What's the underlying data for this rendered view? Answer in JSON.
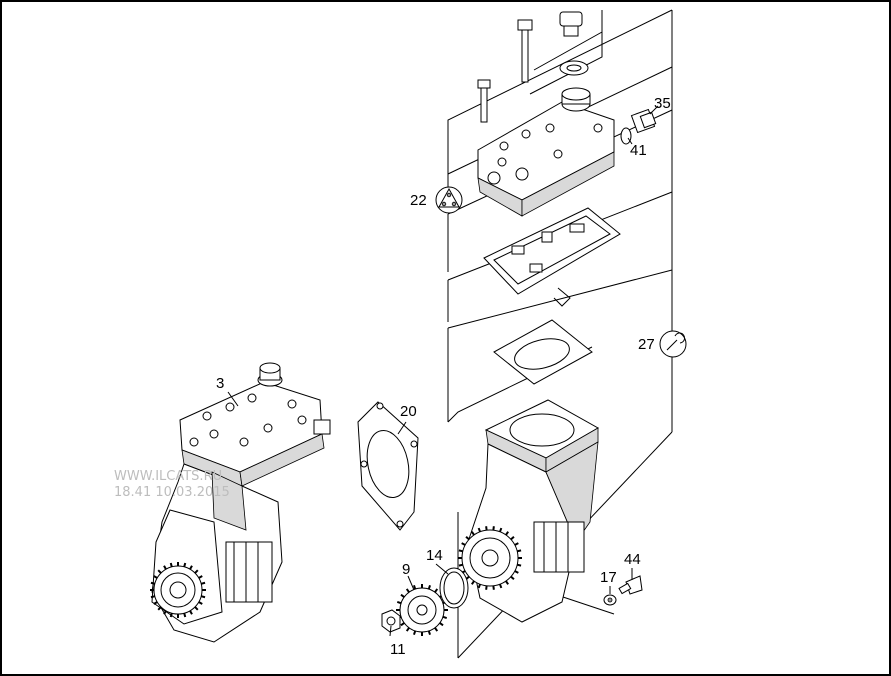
{
  "labels": {
    "p3": "3",
    "p9": "9",
    "p11": "11",
    "p14": "14",
    "p17": "17",
    "p20": "20",
    "p22": "22",
    "p27": "27",
    "p35": "35",
    "p41": "41",
    "p44": "44"
  },
  "watermark": {
    "line1": "WWW.ILCATS.RU",
    "line2": "18.41 10.03.2015"
  },
  "icons": {
    "p22_symbol": "triangle-holes-icon",
    "p27_symbol": "wrench-icon"
  }
}
